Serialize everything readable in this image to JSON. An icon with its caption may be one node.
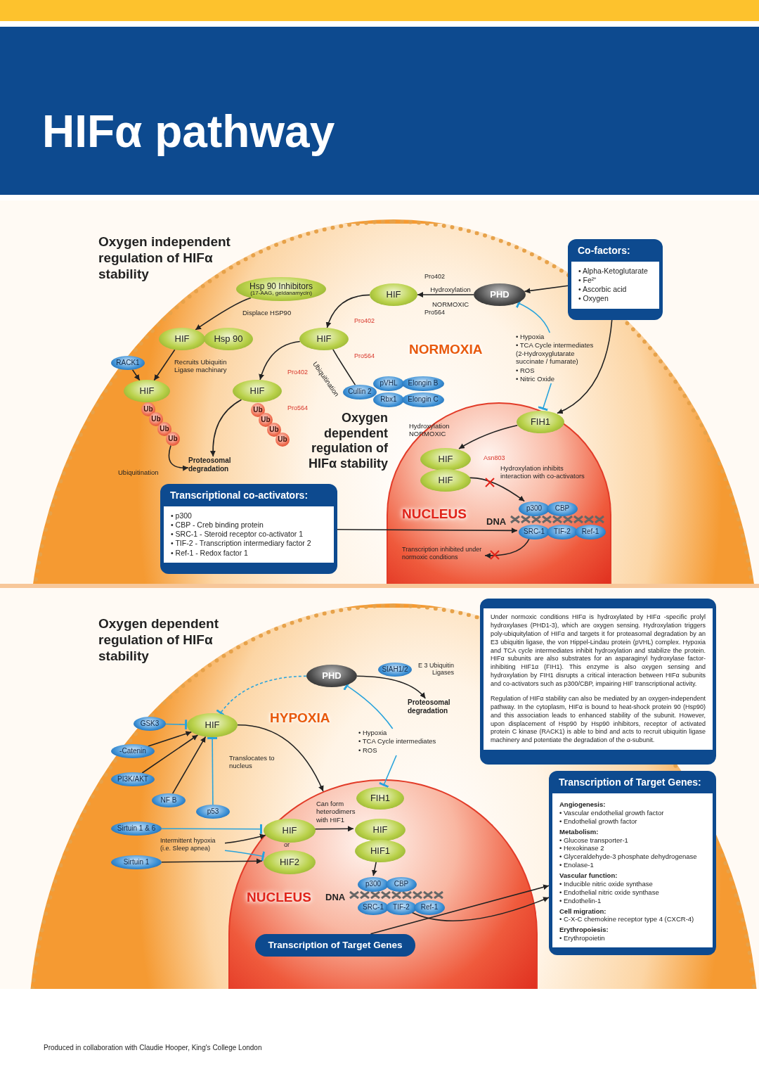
{
  "diagram": {
    "title": "HIFα pathway",
    "nodes": [
      {
        "text": [
          "Hsp 90 Inhibitors",
          "(17-AAG, geldanamycin)"
        ]
      },
      {
        "text": [
          "HIF"
        ]
      },
      {
        "text": [
          "Hsp 90"
        ]
      },
      {
        "text": [
          "RACK1"
        ]
      },
      {
        "text": [
          "HIF"
        ]
      },
      {
        "text": [
          "Ub"
        ]
      },
      {
        "text": [
          "Ub"
        ]
      },
      {
        "text": [
          "Ub"
        ]
      },
      {
        "text": [
          "Ub"
        ]
      },
      {
        "text": [
          "Proteosomal degradation"
        ]
      },
      {
        "text": [
          "HIF"
        ],
        "beside": [
          "Pro402",
          "Pro564"
        ]
      },
      {
        "text": [
          "PHD"
        ]
      },
      {
        "text": [
          "Co-factors:",
          "• Alpha-Ketoglutarate",
          "• Fe²⁺",
          "• Ascorbic acid",
          "• Oxygen"
        ]
      },
      {
        "text": [
          "HIF"
        ],
        "beside": [
          "Pro402",
          "Pro564"
        ]
      },
      {
        "text": [
          "HIF"
        ],
        "beside": [
          "Pro402",
          "Pro564"
        ]
      },
      {
        "text": [
          "Ub"
        ]
      },
      {
        "text": [
          "Ub"
        ]
      },
      {
        "text": [
          "Ub"
        ]
      },
      {
        "text": [
          "Ub"
        ]
      },
      {
        "text": [
          "Cullin 2"
        ]
      },
      {
        "text": [
          "pVHL"
        ]
      },
      {
        "text": [
          "Elongin B"
        ]
      },
      {
        "text": [
          "Rbx1"
        ]
      },
      {
        "text": [
          "Elongin C"
        ]
      },
      {
        "text": [
          "• Hypoxia",
          "• TCA Cycle intermediates (2-Hydroxyglutarate succinate / fumarate)",
          "• ROS",
          "• Nitric Oxide"
        ]
      },
      {
        "text": [
          "NUCLEUS"
        ]
      },
      {
        "text": [
          "FIH1"
        ],
        "in": 25
      },
      {
        "text": [
          "HIF"
        ],
        "in": 25,
        "beside": [
          "Asn803"
        ]
      },
      {
        "text": [
          "HIF"
        ],
        "in": 25
      },
      {
        "text": [
          "p300"
        ],
        "in": 25
      },
      {
        "text": [
          "CBP"
        ],
        "in": 25
      },
      {
        "text": [
          "SRC-1"
        ],
        "in": 25
      },
      {
        "text": [
          "TIF-2"
        ],
        "in": 25
      },
      {
        "text": [
          "Ref-1"
        ],
        "in": 25
      },
      {
        "text": [
          "DNA"
        ],
        "in": 25
      },
      {
        "text": [
          "Transcription inhibited under normoxic conditions"
        ],
        "in": 25
      },
      {
        "text": [
          "Transcriptional co-activators:",
          "• p300",
          "• CBP - Creb binding protein",
          "• SRC-1 - Steroid receptor co-activator 1",
          "• TIF-2 - Transcription intermediary factor 2",
          "• Ref-1 - Redox factor 1"
        ]
      },
      {
        "text": [
          "PHD"
        ]
      },
      {
        "text": [
          "SIAH1/2"
        ],
        "beside": [
          "E 3 Ubiquitin Ligases"
        ]
      },
      {
        "text": [
          "Proteosomal degradation"
        ]
      },
      {
        "text": [
          "HIF"
        ]
      },
      {
        "text": [
          "GSK3"
        ]
      },
      {
        "text": [
          "-Catenin"
        ]
      },
      {
        "text": [
          "PI3K/AKT"
        ]
      },
      {
        "text": [
          "NF B"
        ]
      },
      {
        "text": [
          "p53"
        ]
      },
      {
        "text": [
          "• Hypoxia",
          "• TCA Cycle intermediates",
          "• ROS"
        ]
      },
      {
        "text": [
          "NUCLEUS"
        ]
      },
      {
        "text": [
          "FIH1"
        ],
        "in": 47
      },
      {
        "text": [
          "HIF"
        ],
        "in": 47
      },
      {
        "text": [
          "HIF2"
        ],
        "in": 47
      },
      {
        "text": [
          "HIF"
        ],
        "in": 47
      },
      {
        "text": [
          "HIF1"
        ],
        "in": 47
      },
      {
        "text": [
          "p300"
        ],
        "in": 47
      },
      {
        "text": [
          "CBP"
        ],
        "in": 47
      },
      {
        "text": [
          "SRC-1"
        ],
        "in": 47
      },
      {
        "text": [
          "TIF-2"
        ],
        "in": 47
      },
      {
        "text": [
          "Ref-1"
        ],
        "in": 47
      },
      {
        "text": [
          "DNA"
        ],
        "in": 47
      },
      {
        "text": [
          "Transcription of Target Genes"
        ],
        "in": 47
      },
      {
        "text": [
          "Sirtuin 1 & 6"
        ]
      },
      {
        "text": [
          "Sirtuin 1"
        ]
      },
      {
        "text": [
          "Intermittent hypoxia (i.e. Sleep apnea)"
        ]
      },
      {
        "text": [
          "Under normoxic conditions HIFα is hydroxylated by HIFα -specific prolyl hydroxylases (PHD1-3), which are oxygen sensing. Hydroxylation triggers poly-ubiquitylation of HIFα and targets it for proteasomal degradation by an E3 ubiquitin ligase, the von Hippel-Lindau protein (pVHL) complex. Hypoxia and TCA cycle intermediates inhibit hydroxylation and stabilize the protein. HIFα subunits are also substrates for an asparaginyl hydroxylase factor-inhibiting HIF1α (FIH1). This enzyme is also oxygen sensing and hydroxylation by FIH1 disrupts a critical interaction between HIFα subunits and co-activators such as p300/CBP, impairing HIF transcriptional activity.",
          "Regulation of HIFα stability can also be mediated by an oxygen-independent pathway. In the cytoplasm, HIFα is bound to heat-shock protein 90 (Hsp90) and this association leads to enhanced stability of the subunit. However, upon displacement of Hsp90 by Hsp90 inhibitors, receptor of activated protein C kinase (RACK1) is able to bind and acts to recruit ubiquitin ligase machinery and potentiate the degradation of the α-subunit."
        ]
      },
      {
        "text": [
          "Transcription of Target Genes:",
          "Angiogenesis:",
          "• Vascular endothelial growth factor",
          "• Endothelial growth factor",
          "Metabolism:",
          "• Glucose transporter-1",
          "• Hexokinase 2",
          "• Glyceraldehyde-3 phosphate dehydrogenase",
          "• Enolase-1",
          "Vascular function:",
          "• Inducible nitric oxide synthase",
          "• Endothelial nitric oxide synthase",
          "• Endothelin-1",
          "Cell migration:",
          "• C-X-C chemokine receptor type 4 (CXCR-4)",
          "Erythropoiesis:",
          "• Erythropoietin"
        ]
      }
    ],
    "edges": [
      {
        "from": 0,
        "to": 1,
        "arrow": "to",
        "label": "Displace HSP90"
      },
      {
        "from": 1,
        "to": 4,
        "arrow": "to",
        "label": "Recruits Ubiquitin Ligase machinary"
      },
      {
        "from": 3,
        "to": 4,
        "arrow": "to"
      },
      {
        "from": 8,
        "to": 9,
        "arrow": "to",
        "label": "Ubiquitination"
      },
      {
        "from": 12,
        "to": 11,
        "arrow": "to"
      },
      {
        "from": 11,
        "to": 10,
        "arrow": "to",
        "label": "Hydroxylation NORMOXIC"
      },
      {
        "from": 10,
        "to": 13,
        "arrow": "to"
      },
      {
        "from": 19,
        "to": 13,
        "arrow": "to",
        "label": "Ubiquitination"
      },
      {
        "from": 13,
        "to": 14,
        "arrow": "to"
      },
      {
        "from": 14,
        "to": 9,
        "arrow": "to"
      },
      {
        "from": 24,
        "to": 11,
        "arrow": "other",
        "color": "#29a3dc"
      },
      {
        "from": 24,
        "to": 26,
        "arrow": "other",
        "color": "#29a3dc"
      },
      {
        "from": 12,
        "to": 26,
        "arrow": "to"
      },
      {
        "from": 26,
        "to": 27,
        "arrow": "to",
        "label": "Hydroxylation NORMOXIC"
      },
      {
        "from": 28,
        "to": 29,
        "arrow": "to",
        "label": "Hydroxylation inhibits interaction with co-activators"
      },
      {
        "from": 36,
        "to": 31,
        "arrow": "to"
      },
      {
        "from": 31,
        "to": 35,
        "arrow": "to"
      },
      {
        "from": 37,
        "to": 40,
        "arrow": "other",
        "style": "dashed",
        "color": "#29a3dc"
      },
      {
        "from": 37,
        "to": 39,
        "arrow": "to"
      },
      {
        "from": 46,
        "to": 37,
        "arrow": "other",
        "color": "#29a3dc"
      },
      {
        "from": 46,
        "to": 48,
        "arrow": "other",
        "color": "#29a3dc"
      },
      {
        "from": 41,
        "to": 40,
        "arrow": "other",
        "color": "#29a3dc"
      },
      {
        "from": 42,
        "to": 40,
        "arrow": "to"
      },
      {
        "from": 43,
        "to": 40,
        "arrow": "to"
      },
      {
        "from": 44,
        "to": 40,
        "arrow": "to"
      },
      {
        "from": 45,
        "to": 40,
        "arrow": "other",
        "color": "#29a3dc"
      },
      {
        "from": 40,
        "to": 47,
        "arrow": "to",
        "label": "Translocates to nucleus"
      },
      {
        "from": 60,
        "to": 49,
        "arrow": "other",
        "color": "#29a3dc"
      },
      {
        "from": 62,
        "to": 49,
        "arrow": "to"
      },
      {
        "from": 62,
        "to": 50,
        "arrow": "other",
        "color": "#29a3dc"
      },
      {
        "from": 61,
        "to": 50,
        "arrow": "to"
      },
      {
        "from": 49,
        "to": 51,
        "arrow": "to",
        "label": "Can form heterodimers with HIF1"
      },
      {
        "from": 52,
        "to": 53,
        "arrow": "to"
      },
      {
        "from": 56,
        "to": 64,
        "arrow": "to"
      },
      {
        "from": 59,
        "to": 64,
        "arrow": "to"
      }
    ],
    "labels": [
      "Oxygen independent regulation of HIFα stability",
      "NORMOXIA",
      "Oxygen dependent regulation of HIFα stability",
      "Oxygen dependent regulation of HIFα stability",
      "HYPOXIA",
      "or",
      "Produced in collaboration with Claudie Hooper, King's College London"
    ]
  }
}
